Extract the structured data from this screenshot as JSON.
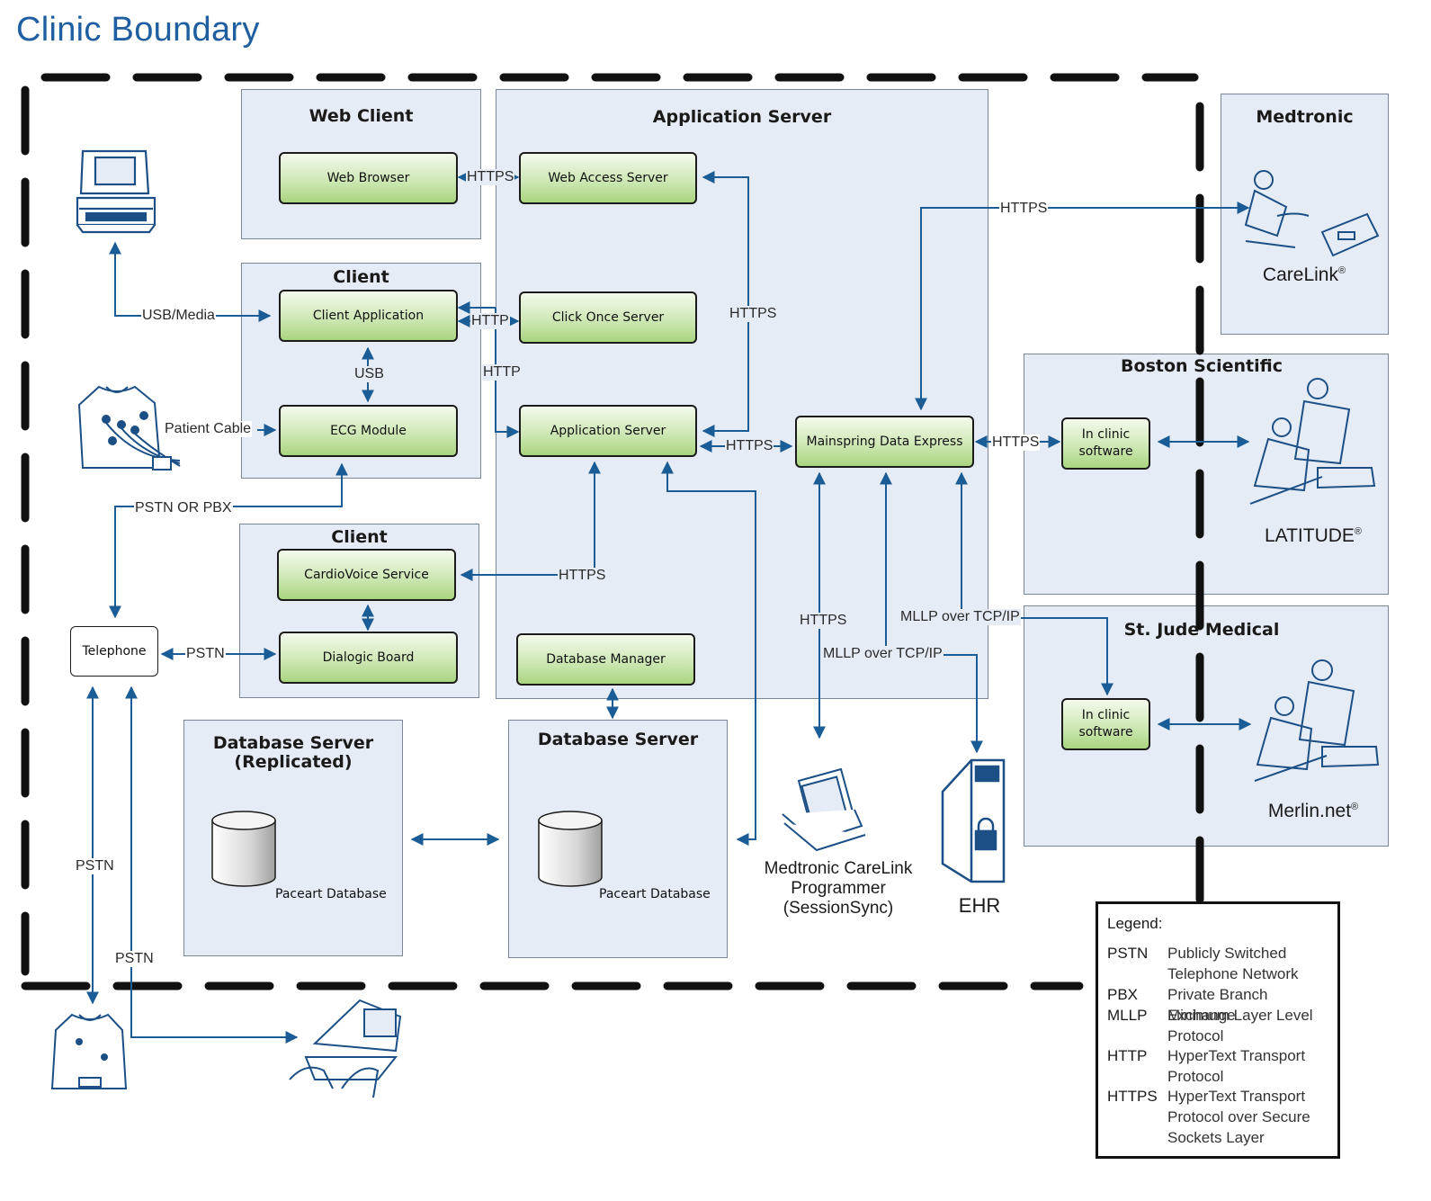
{
  "title": "Clinic Boundary",
  "panels": {
    "web_client": "Web Client",
    "app_server": "Application Server",
    "client1": "Client",
    "client2": "Client",
    "db_replicated_l1": "Database Server",
    "db_replicated_l2": "(Replicated)",
    "db_server": "Database Server",
    "medtronic": "Medtronic",
    "boston": "Boston Scientific",
    "stjude": "St. Jude Medical"
  },
  "components": {
    "web_browser": "Web Browser",
    "web_access_server": "Web Access Server",
    "client_application": "Client Application",
    "click_once_server": "Click Once Server",
    "ecg_module": "ECG Module",
    "application_server": "Application Server",
    "mainspring": "Mainspring Data Express",
    "cardiovoice": "CardioVoice Service",
    "dialogic": "Dialogic Board",
    "db_manager": "Database Manager",
    "telephone": "Telephone",
    "inclinic_boston_l1": "In clinic",
    "inclinic_boston_l2": "software",
    "inclinic_stjude_l1": "In clinic",
    "inclinic_stjude_l2": "software"
  },
  "db_captions": {
    "replicated": "Paceart Database",
    "main": "Paceart Database"
  },
  "connections": {
    "https_web": "HTTPS",
    "http_click": "HTTP",
    "http_vertical": "HTTP",
    "https_vertical": "HTTPS",
    "https_carelink": "HTTPS",
    "https_app_mde": "HTTPS",
    "https_mde_boston": "HTTPS",
    "usb_media": "USB/Media",
    "usb": "USB",
    "patient_cable": "Patient Cable",
    "pstn_or_pbx": "PSTN OR PBX",
    "https_cardiovoice": "HTTPS",
    "pstn_telephone": "PSTN",
    "https_programmer": "HTTPS",
    "mllp_top": "MLLP over TCP/IP",
    "mllp_bottom": "MLLP over TCP/IP",
    "pstn_left": "PSTN",
    "pstn_right": "PSTN"
  },
  "captions": {
    "carelink": "CareLink",
    "carelink_mark": "®",
    "latitude": "LATITUDE",
    "latitude_mark": "®",
    "merlin": "Merlin.net",
    "merlin_mark": "®",
    "programmer_l1": "Medtronic CareLink",
    "programmer_l2": "Programmer",
    "programmer_l3": "(SessionSync)",
    "ehr": "EHR"
  },
  "legend": {
    "title": "Legend:",
    "items": [
      {
        "abbr": "PSTN",
        "def": "Publicly Switched Telephone Network"
      },
      {
        "abbr": "PBX",
        "def": "Private Branch Exchange"
      },
      {
        "abbr": "MLLP",
        "def": "Minimum Layer Level Protocol"
      },
      {
        "abbr": "HTTP",
        "def": "HyperText Transport Protocol"
      },
      {
        "abbr": "HTTPS",
        "def": "HyperText Transport Protocol over Secure Sockets Layer"
      }
    ]
  },
  "colors": {
    "title": "#1f5fa0",
    "wire": "#1a5c96",
    "panel": "#e6ecf5",
    "component_green": "#a9d57f"
  },
  "icons": [
    "ecg-cart-icon",
    "patient-chest-ecg-icon",
    "patient-transmitter-icon",
    "laptop-hands-icon",
    "carelink-monitor-icon",
    "latitude-clinicians-icon",
    "merlin-clinicians-icon",
    "programmer-icon",
    "ehr-server-icon",
    "database-cylinder-icon"
  ]
}
